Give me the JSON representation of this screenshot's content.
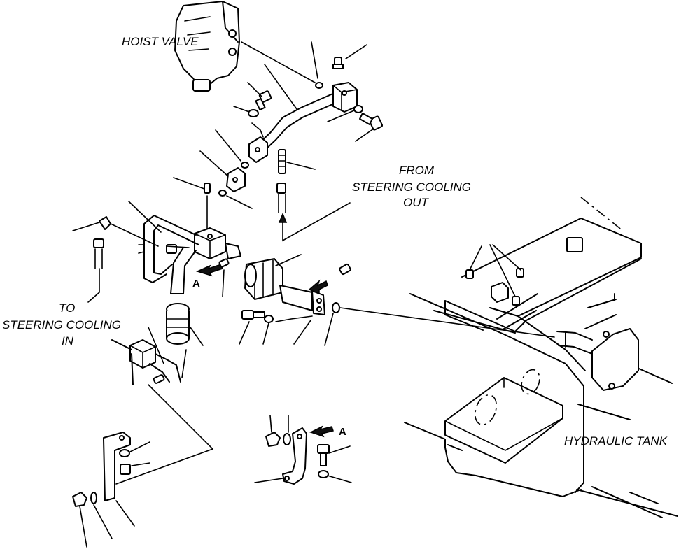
{
  "labels": {
    "hoist_valve": "HOIST VALVE",
    "from_line1": "FROM",
    "from_line2": "STEERING COOLING",
    "from_line3": "OUT",
    "to_line1": "TO",
    "to_line2": "STEERING COOLING",
    "to_line3": "IN",
    "hydraulic_tank": "HYDRAULIC TANK",
    "view_a1": "A",
    "view_a2": "A"
  }
}
